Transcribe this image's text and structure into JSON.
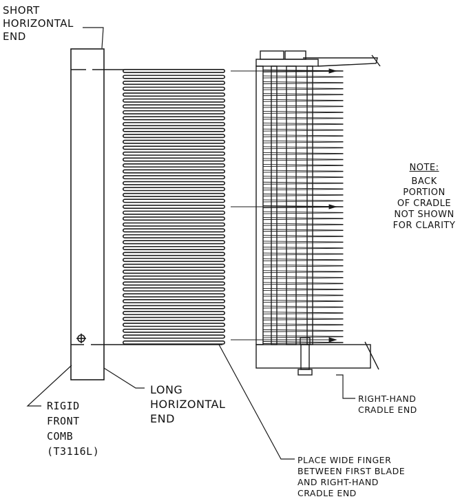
{
  "labels": {
    "short_horizontal_end": [
      "SHORT",
      "HORIZONTAL",
      "END"
    ],
    "note_title": "NOTE:",
    "note_body": [
      "BACK",
      "PORTION",
      "OF CRADLE",
      "NOT SHOWN",
      "FOR CLARITY"
    ],
    "long_horizontal_end": [
      "LONG",
      "HORIZONTAL",
      "END"
    ],
    "rigid_front_comb": [
      "RIGID",
      "FRONT",
      "COMB",
      "(T3116L)"
    ],
    "right_hand_cradle_end": [
      "RIGHT-HAND",
      "CRADLE END"
    ],
    "place_wide_finger": [
      "PLACE WIDE FINGER",
      "BETWEEN FIRST BLADE",
      "AND RIGHT-HAND",
      "CRADLE END"
    ]
  },
  "colors": {
    "line": "#1a1a1a",
    "background": "#ffffff"
  },
  "comb_finger_count": 47
}
